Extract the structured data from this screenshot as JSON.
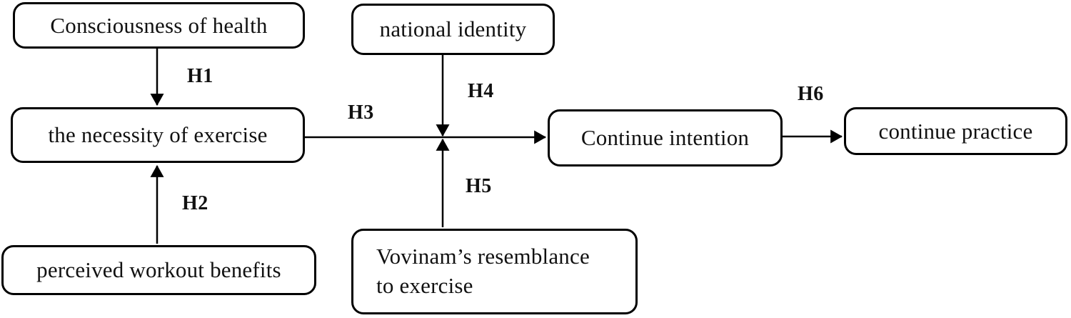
{
  "figure": {
    "type": "path-model-diagram",
    "background_color": "#ffffff",
    "line_color": "#000000",
    "box_fill_color": "#ffffff",
    "text_color": "#111111",
    "boxes": {
      "consciousness_of_health": {
        "label": "Consciousness of health"
      },
      "necessity_of_exercise": {
        "label": "the necessity of exercise"
      },
      "perceived_workout_benefits": {
        "label": "perceived workout benefits"
      },
      "national_identity": {
        "label": "national identity"
      },
      "vovinam_resemblance": {
        "line1": "Vovinam’s resemblance",
        "line2": "to exercise"
      },
      "continue_intention": {
        "label": "Continue intention"
      },
      "continue_practice": {
        "label": "continue practice"
      }
    },
    "hypotheses": {
      "h1": "H1",
      "h2": "H2",
      "h3": "H3",
      "h4": "H4",
      "h5": "H5",
      "h6": "H6"
    },
    "edges": [
      {
        "id": "H1",
        "from": "Consciousness of health",
        "to": "the necessity of exercise",
        "direction": "down"
      },
      {
        "id": "H2",
        "from": "perceived workout benefits",
        "to": "the necessity of exercise",
        "direction": "up"
      },
      {
        "id": "H3",
        "from": "the necessity of exercise",
        "to": "Continue intention",
        "direction": "right"
      },
      {
        "id": "H4",
        "from": "national identity",
        "to": "H3 path (moderation)",
        "direction": "down"
      },
      {
        "id": "H5",
        "from": "Vovinam’s resemblance to exercise",
        "to": "H3 path (moderation)",
        "direction": "up"
      },
      {
        "id": "H6",
        "from": "Continue intention",
        "to": "continue practice",
        "direction": "right"
      }
    ]
  }
}
